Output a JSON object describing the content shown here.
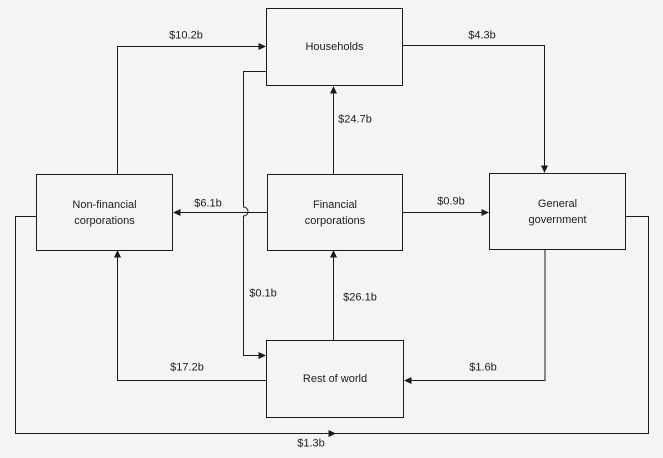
{
  "diagram": {
    "type": "sector-flow-diagram",
    "nodes": [
      {
        "id": "households",
        "label": "Households"
      },
      {
        "id": "non_financial_corporations",
        "label": "Non-financial corporations"
      },
      {
        "id": "financial_corporations",
        "label": "Financial corporations"
      },
      {
        "id": "general_government",
        "label": "General government"
      },
      {
        "id": "rest_of_world",
        "label": "Rest of world"
      }
    ],
    "flows": [
      {
        "from": "Non-financial corporations",
        "to": "Households",
        "label": "$10.2b"
      },
      {
        "from": "Households",
        "to": "General government",
        "label": "$4.3b"
      },
      {
        "from": "Financial corporations",
        "to": "Households",
        "label": "$24.7b"
      },
      {
        "from": "Financial corporations",
        "to": "Non-financial corporations",
        "label": "$6.1b"
      },
      {
        "from": "Financial corporations",
        "to": "General government",
        "label": "$0.9b"
      },
      {
        "from": "Households",
        "to": "Rest of world",
        "label": "$0.1b"
      },
      {
        "from": "Rest of world",
        "to": "Financial corporations",
        "label": "$26.1b"
      },
      {
        "from": "Rest of world",
        "to": "Non-financial corporations",
        "label": "$17.2b"
      },
      {
        "from": "General government",
        "to": "Rest of world",
        "label": "$1.6b"
      },
      {
        "from": "Non-financial corporations",
        "to": "General government",
        "label": "$1.3b"
      }
    ],
    "colors": {
      "background": "#f5f4f5",
      "line": "#1c1c1c",
      "text": "#1c1c1c"
    }
  }
}
